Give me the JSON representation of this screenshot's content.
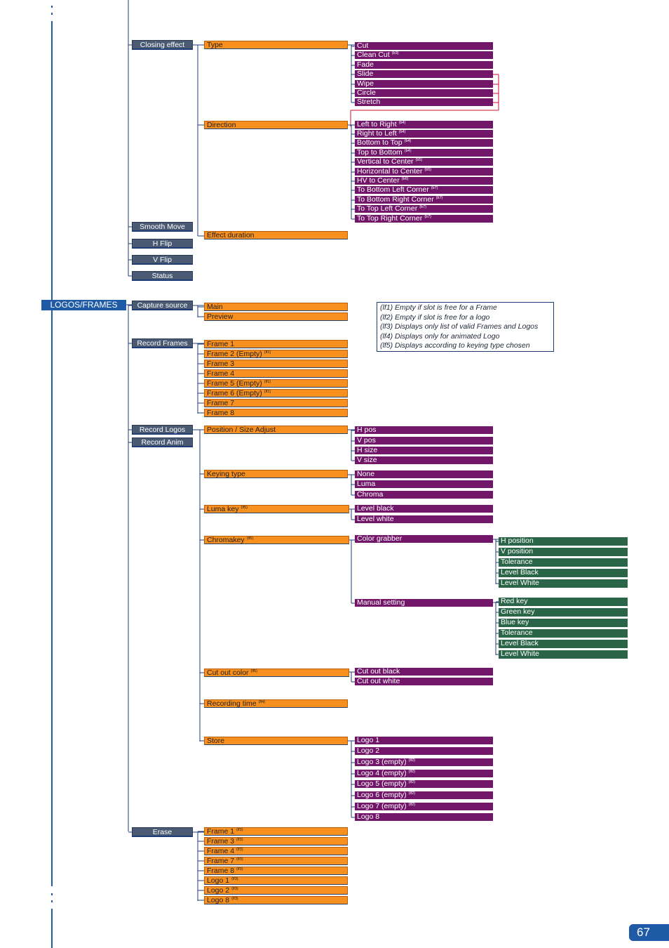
{
  "root_label": "LOGOS/FRAMES",
  "page_number": "67",
  "notes": [
    "(lf1) Empty if slot is free for a Frame",
    "(lf2) Empty if slot is free for a logo",
    "(lf3) Displays only list of valid Frames and Logos",
    "(lf4) Displays only for animated Logo",
    "(lf5) Displays according to keying type chosen"
  ],
  "colors": {
    "level1": "#4a5a73",
    "level2": "#f7901e",
    "level3": "#72166a",
    "level4": "#2b6547",
    "accent": "#1f5aa6",
    "connector": "#1d3c78",
    "bracket": "#d0102c"
  },
  "closing_effect": {
    "label": "Closing effect",
    "type": {
      "label": "Type",
      "options": [
        {
          "label": "Cut",
          "note": ""
        },
        {
          "label": "Clean Cut",
          "note": "(b3)"
        },
        {
          "label": "Fade",
          "note": ""
        },
        {
          "label": "Slide",
          "note": ""
        },
        {
          "label": "Wipe",
          "note": ""
        },
        {
          "label": "Circle",
          "note": ""
        },
        {
          "label": "Stretch",
          "note": ""
        }
      ]
    },
    "direction": {
      "label": "Direction",
      "options": [
        {
          "label": "Left to Right",
          "note": "(b4)"
        },
        {
          "label": "Right to Left",
          "note": "(b4)"
        },
        {
          "label": "Bottom to Top",
          "note": "(b4)"
        },
        {
          "label": "Top to Bottom",
          "note": "(b4)"
        },
        {
          "label": "Vertical to Center",
          "note": "(b5)"
        },
        {
          "label": "Horizontal to Center",
          "note": "(b5)"
        },
        {
          "label": "HV to Center",
          "note": "(b6)"
        },
        {
          "label": "To Bottom Left Corner",
          "note": "(b7)"
        },
        {
          "label": "To Bottom Right Corner",
          "note": "(b7)"
        },
        {
          "label": "To Top Left Corner",
          "note": "(b7)"
        },
        {
          "label": "To Top Right Corner",
          "note": "(b7)"
        }
      ]
    },
    "effect_duration": "Effect duration"
  },
  "upper_items": [
    "Smooth Move",
    "H Flip",
    "V Flip",
    "Status"
  ],
  "capture_source": {
    "label": "Capture source",
    "options": [
      {
        "label": "Main",
        "note": ""
      },
      {
        "label": "Preview",
        "note": ""
      }
    ]
  },
  "record_frames": {
    "label": "Record Frames",
    "options": [
      {
        "label": "Frame 1",
        "note": ""
      },
      {
        "label": "Frame 2 (Empty)",
        "note": "(lf1)"
      },
      {
        "label": "Frame 3",
        "note": ""
      },
      {
        "label": "Frame 4",
        "note": ""
      },
      {
        "label": "Frame 5 (Empty)",
        "note": "(lf1)"
      },
      {
        "label": "Frame 6 (Empty)",
        "note": "(lf1)"
      },
      {
        "label": "Frame 7",
        "note": ""
      },
      {
        "label": "Frame 8",
        "note": ""
      }
    ]
  },
  "record_logos": "Record Logos",
  "record_anim": "Record Anim",
  "position_size": {
    "label": "Position / Size Adjust",
    "options": [
      {
        "label": "H pos"
      },
      {
        "label": "V pos"
      },
      {
        "label": "H size"
      },
      {
        "label": "V size"
      }
    ]
  },
  "keying_type": {
    "label": "Keying type",
    "options": [
      {
        "label": "None"
      },
      {
        "label": "Luma"
      },
      {
        "label": "Chroma"
      }
    ]
  },
  "luma_key": {
    "label": "Luma key",
    "note": "(lf5)",
    "options": [
      {
        "label": "Level black"
      },
      {
        "label": "Level white"
      }
    ]
  },
  "chromakey": {
    "label": "Chromakey",
    "note": "(lf5)",
    "color_grabber": {
      "label": "Color grabber",
      "options": [
        "H position",
        "V position",
        "Tolerance",
        "Level Black",
        "Level White"
      ]
    },
    "manual_setting": {
      "label": "Manual setting",
      "options": [
        "Red key",
        "Green key",
        "Blue key",
        "Tolerance",
        "Level Black",
        "Level White"
      ]
    }
  },
  "cut_out_color": {
    "label": "Cut out color",
    "note": "(lf5)",
    "options": [
      {
        "label": "Cut out black"
      },
      {
        "label": "Cut out white"
      }
    ]
  },
  "recording_time": {
    "label": "Recording time",
    "note": "(lf4)"
  },
  "store": {
    "label": "Store",
    "options": [
      {
        "label": "Logo 1",
        "note": ""
      },
      {
        "label": "Logo 2",
        "note": ""
      },
      {
        "label": "Logo 3 (empty)",
        "note": "(lf2)"
      },
      {
        "label": "Logo 4 (empty)",
        "note": "(lf2)"
      },
      {
        "label": "Logo 5 (empty)",
        "note": "(lf2)"
      },
      {
        "label": "Logo 6 (empty)",
        "note": "(lf2)"
      },
      {
        "label": "Logo 7 (empty)",
        "note": "(lf2)"
      },
      {
        "label": "Logo 8",
        "note": ""
      }
    ]
  },
  "erase": {
    "label": "Erase",
    "options": [
      {
        "label": "Frame 1",
        "note": "(lf3)"
      },
      {
        "label": "Frame 3",
        "note": "(lf3)"
      },
      {
        "label": "Frame 4",
        "note": "(lf3)"
      },
      {
        "label": "Frame 7",
        "note": "(lf3)"
      },
      {
        "label": "Frame 8",
        "note": "(lf3)"
      },
      {
        "label": "Logo 1",
        "note": "(lf3)"
      },
      {
        "label": "Logo 2",
        "note": "(lf3)"
      },
      {
        "label": "Logo 8",
        "note": "(lf3)"
      }
    ]
  }
}
